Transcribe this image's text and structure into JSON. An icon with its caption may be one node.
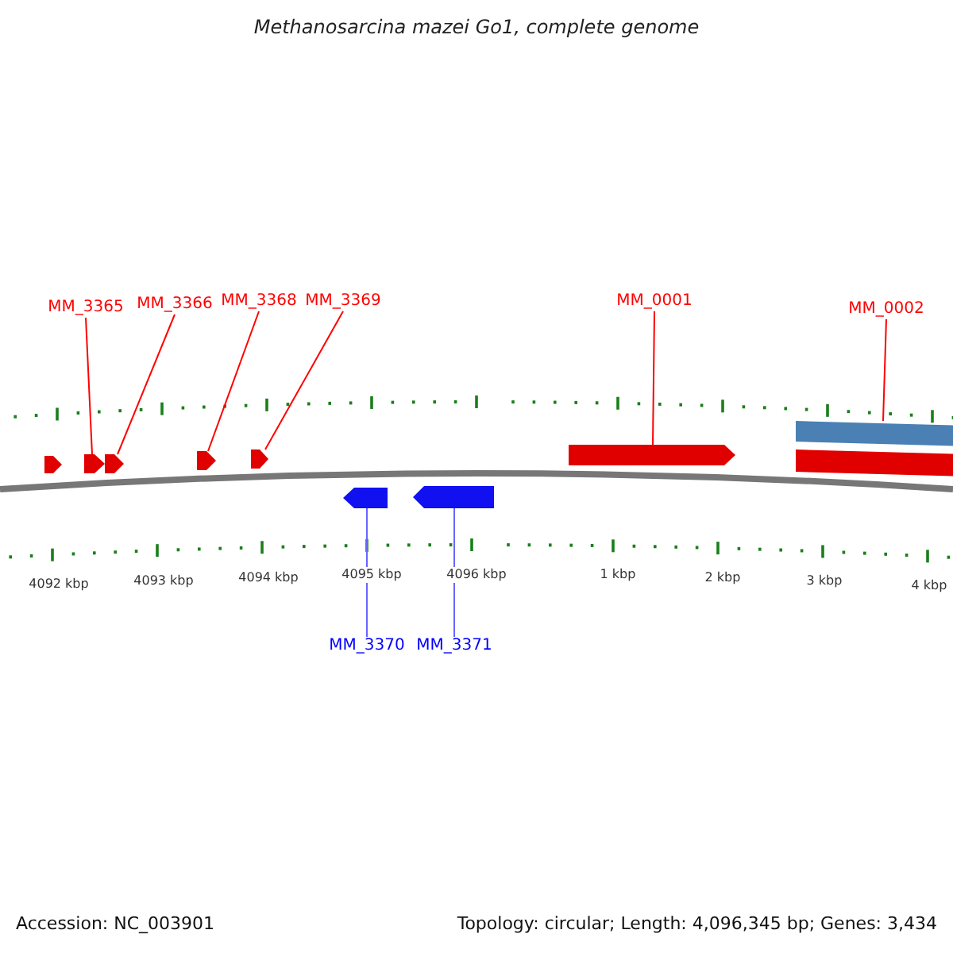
{
  "diagram": {
    "title": "Methanosarcina mazei Go1, complete genome",
    "nodes": [
      {
        "text": [
          "MM_3365"
        ]
      },
      {
        "text": [
          "MM_3366"
        ]
      },
      {
        "text": [
          "MM_3368"
        ]
      },
      {
        "text": [
          "MM_3369"
        ]
      },
      {
        "text": [
          "MM_0001"
        ]
      },
      {
        "text": [
          "MM_0002"
        ]
      },
      {
        "text": [
          "MM_3370"
        ]
      },
      {
        "text": [
          "MM_3371"
        ]
      },
      {
        "text": [],
        "shape": "arrow"
      },
      {
        "text": [],
        "shape": "arrow"
      },
      {
        "text": [],
        "shape": "arrow"
      },
      {
        "text": [],
        "shape": "arrow"
      },
      {
        "text": [],
        "shape": "arrow"
      },
      {
        "text": [],
        "shape": "arrow"
      },
      {
        "text": [],
        "shape": "arrow"
      },
      {
        "text": [],
        "shape": "arrow"
      },
      {
        "text": [],
        "shape": "bar"
      },
      {
        "text": [],
        "shape": "bar"
      }
    ],
    "edges": [
      {
        "from": 0,
        "to": 9,
        "arrow": "none"
      },
      {
        "from": 1,
        "to": 10,
        "arrow": "none"
      },
      {
        "from": 2,
        "to": 11,
        "arrow": "none"
      },
      {
        "from": 3,
        "to": 12,
        "arrow": "none"
      },
      {
        "from": 4,
        "to": 15,
        "arrow": "none"
      },
      {
        "from": 5,
        "to": 16,
        "arrow": "none"
      },
      {
        "from": 6,
        "to": 13,
        "arrow": "none",
        "color": "#6666ff"
      },
      {
        "from": 7,
        "to": 14,
        "arrow": "none",
        "color": "#6666ff"
      }
    ],
    "labels": [
      "4092 kbp",
      "4093 kbp",
      "4094 kbp",
      "4095 kbp",
      "4096 kbp",
      "1 kbp",
      "2 kbp",
      "3 kbp",
      "4 kbp",
      "Accession: NC_003901",
      "Topology: circular; Length: 4,096,345 bp; Genes: 3,434"
    ]
  }
}
